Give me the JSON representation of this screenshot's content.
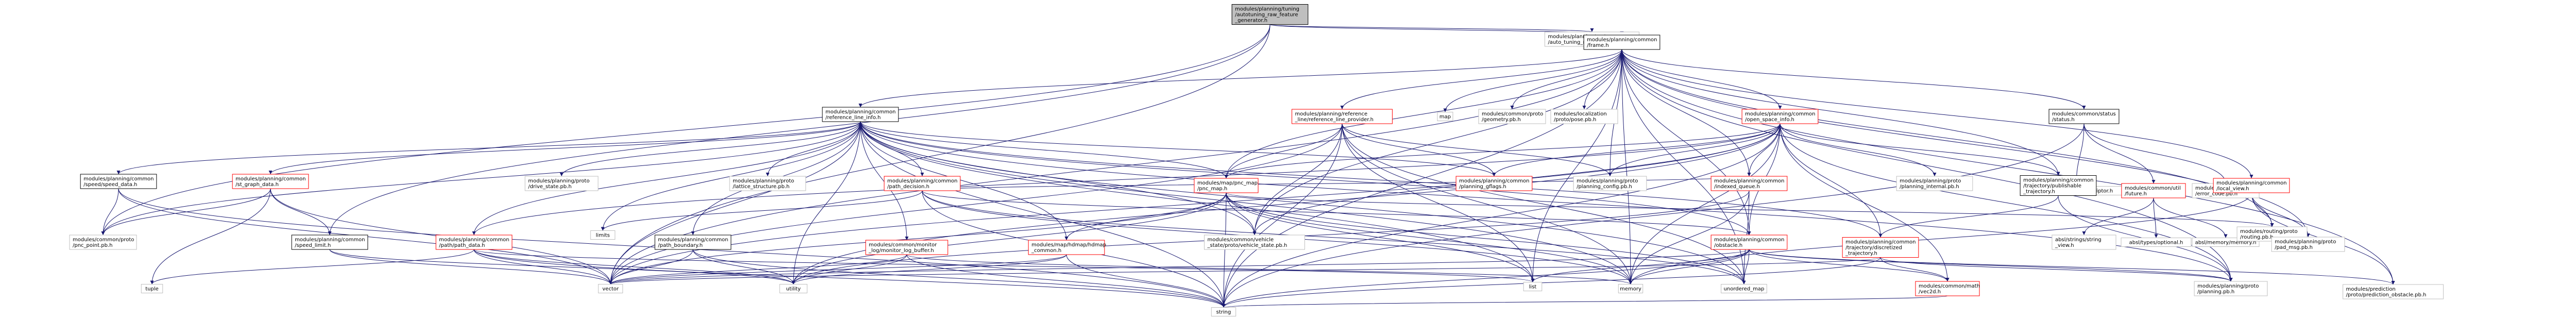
{
  "diagram": {
    "type": "include-dependency-graph",
    "colors": {
      "edge": "#191970",
      "root_fill": "#bfbfbf",
      "node_fill": "#ffffff",
      "node_border_black": "#000000",
      "node_border_red": "#ff0000",
      "node_border_gray": "#bfbfbf"
    },
    "nodes": [
      {
        "id": "root",
        "lines": [
          "modules/planning/tuning",
          "/autotuning_raw_feature",
          "_generator.h"
        ],
        "border": "black",
        "root": true
      },
      {
        "id": "autotuning_pb",
        "lines": [
          "modules/planning/proto",
          "/auto_tuning_raw_feature.pb.h"
        ],
        "border": "gray"
      },
      {
        "id": "frame",
        "lines": [
          "modules/planning/common",
          "/frame.h"
        ],
        "border": "black"
      },
      {
        "id": "ref_line_info",
        "lines": [
          "modules/planning/common",
          "/reference_line_info.h"
        ],
        "border": "black"
      },
      {
        "id": "ref_line_provider",
        "lines": [
          "modules/planning/reference",
          "_line/reference_line_provider.h"
        ],
        "border": "red"
      },
      {
        "id": "map",
        "lines": [
          "map"
        ],
        "border": "gray"
      },
      {
        "id": "geometry_pb",
        "lines": [
          "modules/common/proto",
          "/geometry.pb.h"
        ],
        "border": "gray"
      },
      {
        "id": "pose_pb",
        "lines": [
          "modules/localization",
          "/proto/pose.pb.h"
        ],
        "border": "gray"
      },
      {
        "id": "open_space_info",
        "lines": [
          "modules/planning/common",
          "/open_space_info.h"
        ],
        "border": "red"
      },
      {
        "id": "status",
        "lines": [
          "modules/common/status",
          "/status.h"
        ],
        "border": "black"
      },
      {
        "id": "protobuf_descriptor",
        "lines": [
          "google/protobuf/descriptor.h"
        ],
        "border": "gray"
      },
      {
        "id": "util_future",
        "lines": [
          "modules/common/util",
          "/future.h"
        ],
        "border": "red"
      },
      {
        "id": "error_code_pb",
        "lines": [
          "modules/common/proto",
          "/error_code.pb.h"
        ],
        "border": "gray"
      },
      {
        "id": "string_view",
        "lines": [
          "absl/strings/string",
          "_view.h"
        ],
        "border": "gray"
      },
      {
        "id": "absl_optional",
        "lines": [
          "absl/types/optional.h"
        ],
        "border": "gray"
      },
      {
        "id": "absl_memory",
        "lines": [
          "absl/memory/memory.h"
        ],
        "border": "gray"
      },
      {
        "id": "speed_data",
        "lines": [
          "modules/planning/common",
          "/speed/speed_data.h"
        ],
        "border": "black"
      },
      {
        "id": "st_graph_data",
        "lines": [
          "modules/planning/common",
          "/st_graph_data.h"
        ],
        "border": "red"
      },
      {
        "id": "drive_state_pb",
        "lines": [
          "modules/planning/proto",
          "/drive_state.pb.h"
        ],
        "border": "gray"
      },
      {
        "id": "lattice_structure_pb",
        "lines": [
          "modules/planning/proto",
          "/lattice_structure.pb.h"
        ],
        "border": "gray"
      },
      {
        "id": "path_decision",
        "lines": [
          "modules/planning/common",
          "/path_decision.h"
        ],
        "border": "red"
      },
      {
        "id": "pnc_map",
        "lines": [
          "modules/map/pnc_map",
          "/pnc_map.h"
        ],
        "border": "red"
      },
      {
        "id": "planning_gflags",
        "lines": [
          "modules/planning/common",
          "/planning_gflags.h"
        ],
        "border": "red"
      },
      {
        "id": "planning_config_pb",
        "lines": [
          "modules/planning/proto",
          "/planning_config.pb.h"
        ],
        "border": "gray"
      },
      {
        "id": "indexed_queue",
        "lines": [
          "modules/planning/common",
          "/indexed_queue.h"
        ],
        "border": "red"
      },
      {
        "id": "planning_internal_pb",
        "lines": [
          "modules/planning/proto",
          "/planning_internal.pb.h"
        ],
        "border": "gray"
      },
      {
        "id": "publishable_traj",
        "lines": [
          "modules/planning/common",
          "/trajectory/publishable",
          "_trajectory.h"
        ],
        "border": "black"
      },
      {
        "id": "local_view",
        "lines": [
          "modules/planning/common",
          "/local_view.h"
        ],
        "border": "red"
      },
      {
        "id": "pnc_point_pb",
        "lines": [
          "modules/common/proto",
          "/pnc_point.pb.h"
        ],
        "border": "gray"
      },
      {
        "id": "speed_limit",
        "lines": [
          "modules/planning/common",
          "/speed_limit.h"
        ],
        "border": "black"
      },
      {
        "id": "path_data",
        "lines": [
          "modules/planning/common",
          "/path/path_data.h"
        ],
        "border": "red"
      },
      {
        "id": "limits",
        "lines": [
          "limits"
        ],
        "border": "gray"
      },
      {
        "id": "path_boundary",
        "lines": [
          "modules/planning/common",
          "/path_boundary.h"
        ],
        "border": "black"
      },
      {
        "id": "log_buffer",
        "lines": [
          "modules/common/monitor",
          "_log/monitor_log_buffer.h"
        ],
        "border": "red"
      },
      {
        "id": "hdmap",
        "lines": [
          "modules/map/hdmap/hdmap",
          "_common.h"
        ],
        "border": "red"
      },
      {
        "id": "vehicle_state_pb",
        "lines": [
          "modules/common/vehicle",
          "_state/proto/vehicle_state.pb.h"
        ],
        "border": "gray"
      },
      {
        "id": "obstacle",
        "lines": [
          "modules/planning/common",
          "/obstacle.h"
        ],
        "border": "red"
      },
      {
        "id": "discretized_traj",
        "lines": [
          "modules/planning/common",
          "/trajectory/discretized",
          "_trajectory.h"
        ],
        "border": "red"
      },
      {
        "id": "routing_pb",
        "lines": [
          "modules/routing/proto",
          "/routing.pb.h"
        ],
        "border": "gray"
      },
      {
        "id": "pad_msg_pb",
        "lines": [
          "modules/planning/proto",
          "/pad_msg.pb.h"
        ],
        "border": "gray"
      },
      {
        "id": "tuple",
        "lines": [
          "tuple"
        ],
        "border": "gray"
      },
      {
        "id": "vector",
        "lines": [
          "vector"
        ],
        "border": "gray"
      },
      {
        "id": "utility",
        "lines": [
          "utility"
        ],
        "border": "gray"
      },
      {
        "id": "list",
        "lines": [
          "list"
        ],
        "border": "gray"
      },
      {
        "id": "memory",
        "lines": [
          "memory"
        ],
        "border": "gray"
      },
      {
        "id": "unordered_map",
        "lines": [
          "unordered_map"
        ],
        "border": "gray"
      },
      {
        "id": "vec2d",
        "lines": [
          "modules/common/math",
          "/vec2d.h"
        ],
        "border": "red"
      },
      {
        "id": "planning_pb",
        "lines": [
          "modules/planning/proto",
          "/planning.pb.h"
        ],
        "border": "gray"
      },
      {
        "id": "prediction_obstacle_pb",
        "lines": [
          "modules/prediction",
          "/proto/prediction_obstacle.pb.h"
        ],
        "border": "gray"
      },
      {
        "id": "string",
        "lines": [
          "string"
        ],
        "border": "gray"
      }
    ],
    "edges": [
      [
        "root",
        "autotuning_pb"
      ],
      [
        "root",
        "frame"
      ],
      [
        "root",
        "speed_limit"
      ],
      [
        "root",
        "pnc_point_pb"
      ],
      [
        "root",
        "vector"
      ],
      [
        "frame",
        "ref_line_info"
      ],
      [
        "frame",
        "ref_line_provider"
      ],
      [
        "frame",
        "map"
      ],
      [
        "frame",
        "geometry_pb"
      ],
      [
        "frame",
        "pose_pb"
      ],
      [
        "frame",
        "open_space_info"
      ],
      [
        "frame",
        "status"
      ],
      [
        "frame",
        "local_view"
      ],
      [
        "frame",
        "publishable_traj"
      ],
      [
        "frame",
        "planning_config_pb"
      ],
      [
        "frame",
        "indexed_queue"
      ],
      [
        "frame",
        "obstacle"
      ],
      [
        "frame",
        "routing_pb"
      ],
      [
        "frame",
        "pad_msg_pb"
      ],
      [
        "frame",
        "planning_pb"
      ],
      [
        "frame",
        "vehicle_state_pb"
      ],
      [
        "frame",
        "list"
      ],
      [
        "frame",
        "string"
      ],
      [
        "frame",
        "vector"
      ],
      [
        "frame",
        "prediction_obstacle_pb"
      ],
      [
        "frame",
        "pnc_map"
      ],
      [
        "frame",
        "memory"
      ],
      [
        "frame",
        "unordered_map"
      ],
      [
        "status",
        "protobuf_descriptor"
      ],
      [
        "status",
        "util_future"
      ],
      [
        "status",
        "error_code_pb"
      ],
      [
        "status",
        "string"
      ],
      [
        "util_future",
        "string_view"
      ],
      [
        "util_future",
        "absl_optional"
      ],
      [
        "util_future",
        "absl_memory"
      ],
      [
        "ref_line_info",
        "speed_data"
      ],
      [
        "ref_line_info",
        "st_graph_data"
      ],
      [
        "ref_line_info",
        "drive_state_pb"
      ],
      [
        "ref_line_info",
        "lattice_structure_pb"
      ],
      [
        "ref_line_info",
        "path_decision"
      ],
      [
        "ref_line_info",
        "pnc_map"
      ],
      [
        "ref_line_info",
        "planning_gflags"
      ],
      [
        "ref_line_info",
        "path_data"
      ],
      [
        "ref_line_info",
        "path_boundary"
      ],
      [
        "ref_line_info",
        "log_buffer"
      ],
      [
        "ref_line_info",
        "hdmap"
      ],
      [
        "ref_line_info",
        "vehicle_state_pb"
      ],
      [
        "ref_line_info",
        "obstacle"
      ],
      [
        "ref_line_info",
        "discretized_traj"
      ],
      [
        "ref_line_info",
        "limits"
      ],
      [
        "ref_line_info",
        "list"
      ],
      [
        "ref_line_info",
        "memory"
      ],
      [
        "ref_line_info",
        "string"
      ],
      [
        "ref_line_info",
        "unordered_map"
      ],
      [
        "ref_line_info",
        "utility"
      ],
      [
        "ref_line_info",
        "vector"
      ],
      [
        "ref_line_info",
        "planning_pb"
      ],
      [
        "ref_line_info",
        "pnc_point_pb"
      ],
      [
        "ref_line_provider",
        "pnc_map"
      ],
      [
        "ref_line_provider",
        "planning_gflags"
      ],
      [
        "ref_line_provider",
        "vehicle_state_pb"
      ],
      [
        "ref_line_provider",
        "list"
      ],
      [
        "ref_line_provider",
        "memory"
      ],
      [
        "ref_line_provider",
        "string"
      ],
      [
        "ref_line_provider",
        "vector"
      ],
      [
        "ref_line_provider",
        "unordered_map"
      ],
      [
        "ref_line_provider",
        "planning_config_pb"
      ],
      [
        "open_space_info",
        "planning_gflags"
      ],
      [
        "open_space_info",
        "planning_config_pb"
      ],
      [
        "open_space_info",
        "indexed_queue"
      ],
      [
        "open_space_info",
        "planning_internal_pb"
      ],
      [
        "open_space_info",
        "publishable_traj"
      ],
      [
        "open_space_info",
        "obstacle"
      ],
      [
        "open_space_info",
        "discretized_traj"
      ],
      [
        "open_space_info",
        "path_data"
      ],
      [
        "open_space_info",
        "vec2d"
      ],
      [
        "open_space_info",
        "pnc_map"
      ],
      [
        "open_space_info",
        "vector"
      ],
      [
        "open_space_info",
        "utility"
      ],
      [
        "open_space_info",
        "memory"
      ],
      [
        "open_space_info",
        "string"
      ],
      [
        "open_space_info",
        "planning_pb"
      ],
      [
        "open_space_info",
        "vehicle_state_pb"
      ],
      [
        "speed_data",
        "pnc_point_pb"
      ],
      [
        "speed_data",
        "vector"
      ],
      [
        "speed_data",
        "string"
      ],
      [
        "st_graph_data",
        "speed_limit"
      ],
      [
        "st_graph_data",
        "pnc_point_pb"
      ],
      [
        "st_graph_data",
        "tuple"
      ],
      [
        "st_graph_data",
        "vector"
      ],
      [
        "path_decision",
        "obstacle"
      ],
      [
        "path_decision",
        "indexed_queue"
      ],
      [
        "path_decision",
        "limits"
      ],
      [
        "path_decision",
        "memory"
      ],
      [
        "path_decision",
        "string"
      ],
      [
        "path_decision",
        "unordered_map"
      ],
      [
        "pnc_map",
        "routing_pb"
      ],
      [
        "pnc_map",
        "vehicle_state_pb"
      ],
      [
        "pnc_map",
        "list"
      ],
      [
        "pnc_map",
        "memory"
      ],
      [
        "pnc_map",
        "string"
      ],
      [
        "pnc_map",
        "unordered_map"
      ],
      [
        "pnc_map",
        "vector"
      ],
      [
        "pnc_map",
        "utility"
      ],
      [
        "pnc_map",
        "hdmap"
      ],
      [
        "speed_limit",
        "vector"
      ],
      [
        "speed_limit",
        "utility"
      ],
      [
        "path_data",
        "vector"
      ],
      [
        "path_data",
        "utility"
      ],
      [
        "path_data",
        "tuple"
      ],
      [
        "path_data",
        "list"
      ],
      [
        "path_data",
        "string"
      ],
      [
        "path_boundary",
        "vector"
      ],
      [
        "path_boundary",
        "utility"
      ],
      [
        "path_boundary",
        "string"
      ],
      [
        "log_buffer",
        "string"
      ],
      [
        "log_buffer",
        "vector"
      ],
      [
        "log_buffer",
        "utility"
      ],
      [
        "log_buffer",
        "memory"
      ],
      [
        "hdmap",
        "string"
      ],
      [
        "hdmap",
        "vector"
      ],
      [
        "hdmap",
        "utility"
      ],
      [
        "obstacle",
        "list"
      ],
      [
        "obstacle",
        "memory"
      ],
      [
        "obstacle",
        "string"
      ],
      [
        "obstacle",
        "unordered_map"
      ],
      [
        "obstacle",
        "vector"
      ],
      [
        "obstacle",
        "vec2d"
      ],
      [
        "obstacle",
        "prediction_obstacle_pb"
      ],
      [
        "obstacle",
        "planning_pb"
      ],
      [
        "discretized_traj",
        "vec2d"
      ],
      [
        "discretized_traj",
        "planning_pb"
      ],
      [
        "discretized_traj",
        "string"
      ],
      [
        "discretized_traj",
        "vector"
      ],
      [
        "publishable_traj",
        "discretized_traj"
      ],
      [
        "publishable_traj",
        "planning_pb"
      ],
      [
        "indexed_queue",
        "memory"
      ],
      [
        "indexed_queue",
        "unordered_map"
      ],
      [
        "indexed_queue",
        "utility"
      ],
      [
        "local_view",
        "routing_pb"
      ],
      [
        "local_view",
        "pad_msg_pb"
      ],
      [
        "local_view",
        "prediction_obstacle_pb"
      ],
      [
        "local_view",
        "memory"
      ],
      [
        "vec2d",
        "string"
      ]
    ]
  }
}
